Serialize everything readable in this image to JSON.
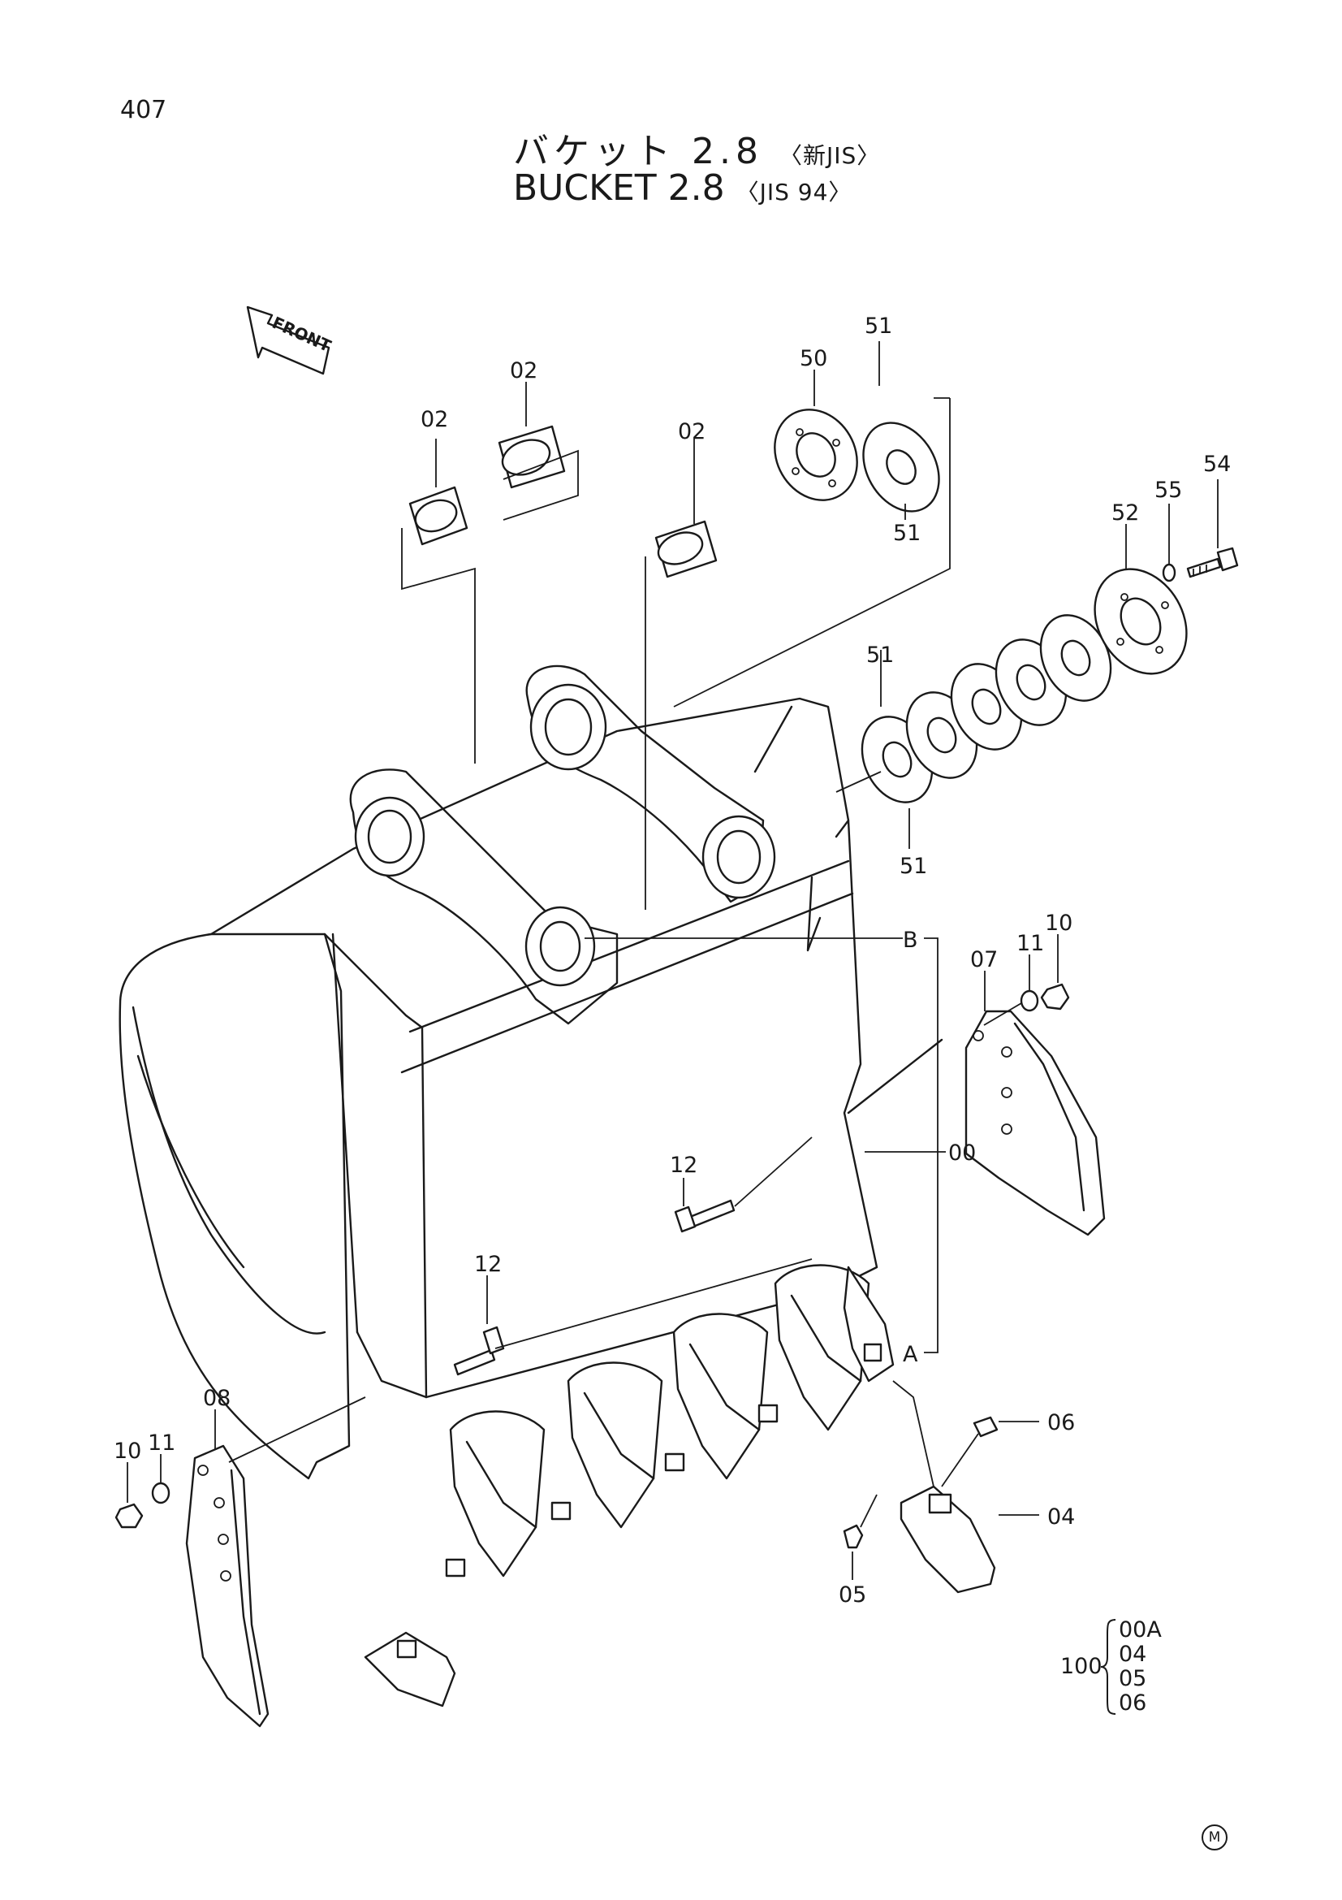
{
  "page_number": "407",
  "title_ja": "バケット 2.8",
  "title_ja_std": "〈新JIS〉",
  "title_en": "BUCKET 2.8",
  "title_en_std": "〈JIS 94〉",
  "front_arrow": "FRONT",
  "callouts": {
    "bushing_left": "02",
    "bushing_mid": "02",
    "bushing_right": "02",
    "boss_50": "50",
    "shim_top": "51",
    "shim_top_lower": "51",
    "shim_stack_top": "51",
    "shim_stack_bottom": "51",
    "plate_52": "52",
    "washer_55": "55",
    "bolt_54": "54",
    "ref_b": "B",
    "ref_a": "A",
    "bucket_00": "00",
    "side_cutter_right": "07",
    "washer_right": "11",
    "nut_right": "10",
    "bolt_upper": "12",
    "bolt_lower": "12",
    "side_cutter_left": "08",
    "washer_left": "11",
    "nut_left": "10",
    "lock_06": "06",
    "tooth_04": "04",
    "pin_05": "05"
  },
  "kit": {
    "number": "100",
    "items": [
      "00A",
      "04",
      "05",
      "06"
    ]
  },
  "maker_mark": "M"
}
